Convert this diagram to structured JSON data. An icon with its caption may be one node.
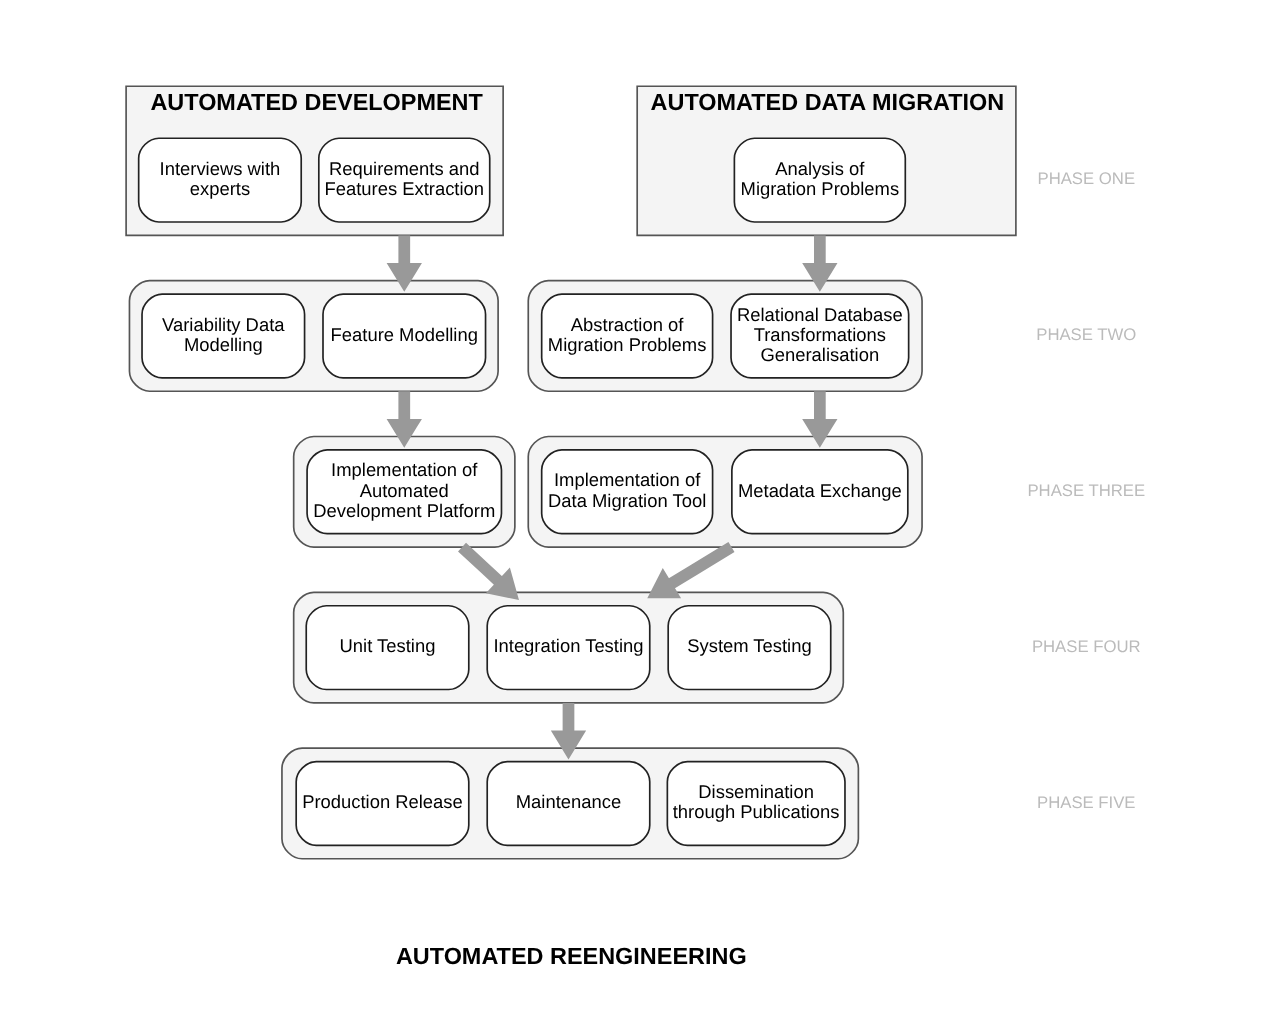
{
  "diagram": {
    "nodes": [
      {
        "text": [
          "AUTOMATED DEVELOPMENT"
        ]
      },
      {
        "text": [
          "Interviews with experts"
        ],
        "in": 0
      },
      {
        "text": [
          "Requirements and Features Extraction"
        ],
        "in": 0
      },
      {
        "text": [
          "AUTOMATED DATA MIGRATION"
        ]
      },
      {
        "text": [
          "Analysis of Migration Problems"
        ],
        "in": 3
      },
      {
        "text": [],
        "shape": "box"
      },
      {
        "text": [
          "Variability Data Modelling"
        ],
        "in": 5
      },
      {
        "text": [
          "Feature Modelling"
        ],
        "in": 5
      },
      {
        "text": [],
        "shape": "box"
      },
      {
        "text": [
          "Abstraction of Migration Problems"
        ],
        "in": 8
      },
      {
        "text": [
          "Relational Database Transformations Generalisation"
        ],
        "in": 8
      },
      {
        "text": [],
        "shape": "box"
      },
      {
        "text": [
          "Implementation of Automated Development Platform"
        ],
        "in": 11
      },
      {
        "text": [],
        "shape": "box"
      },
      {
        "text": [
          "Implementation of Data Migration Tool"
        ],
        "in": 13
      },
      {
        "text": [
          "Metadata Exchange"
        ],
        "in": 13
      },
      {
        "text": [],
        "shape": "box"
      },
      {
        "text": [
          "Unit Testing"
        ],
        "in": 16
      },
      {
        "text": [
          "Integration Testing"
        ],
        "in": 16
      },
      {
        "text": [
          "System Testing"
        ],
        "in": 16
      },
      {
        "text": [],
        "shape": "box"
      },
      {
        "text": [
          "Production Release"
        ],
        "in": 20
      },
      {
        "text": [
          "Maintenance"
        ],
        "in": 20
      },
      {
        "text": [
          "Dissemination through Publications"
        ],
        "in": 20
      }
    ],
    "edges": [
      {
        "from": 0,
        "to": 5,
        "arrow": "to"
      },
      {
        "from": 3,
        "to": 8,
        "arrow": "to"
      },
      {
        "from": 5,
        "to": 11,
        "arrow": "to"
      },
      {
        "from": 8,
        "to": 13,
        "arrow": "to"
      },
      {
        "from": 11,
        "to": 16,
        "arrow": "to"
      },
      {
        "from": 13,
        "to": 16,
        "arrow": "to"
      },
      {
        "from": 16,
        "to": 20,
        "arrow": "to"
      }
    ],
    "labels": [
      "PHASE ONE",
      "PHASE TWO",
      "PHASE THREE",
      "PHASE FOUR",
      "PHASE FIVE",
      "AUTOMATED REENGINEERING"
    ]
  }
}
